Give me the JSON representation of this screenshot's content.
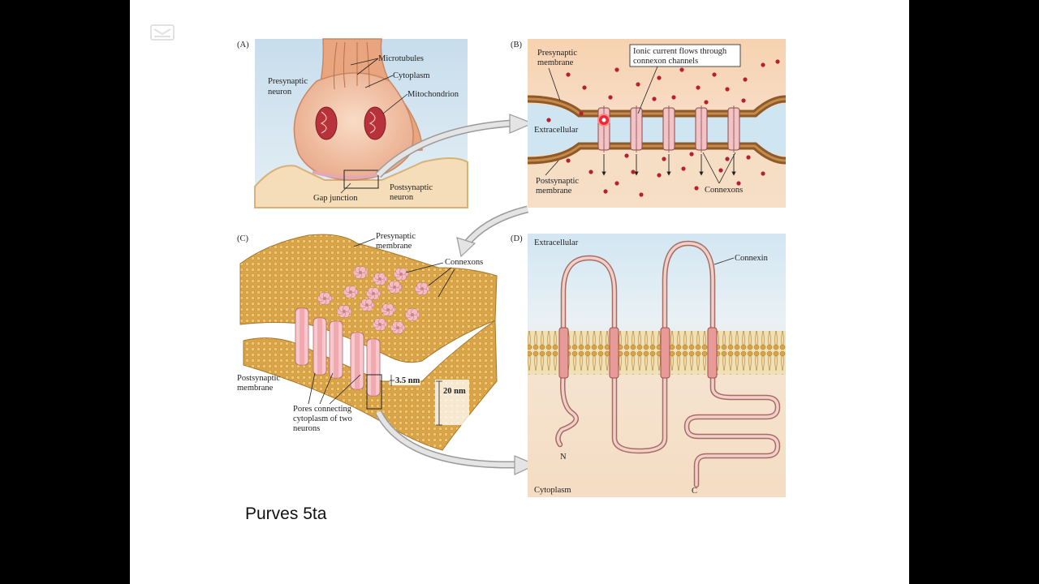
{
  "slide": {
    "credit": "Purves 5ta",
    "logo_icon": "slide-logo-icon"
  },
  "panels": {
    "a": {
      "letter": "(A)",
      "labels": {
        "microtubules": "Microtubules",
        "cytoplasm": "Cytoplasm",
        "presynaptic_neuron_1": "Presynaptic",
        "presynaptic_neuron_2": "neuron",
        "mitochondrion": "Mitochondrion",
        "gap_junction": "Gap junction",
        "postsynaptic_neuron_1": "Postsynaptic",
        "postsynaptic_neuron_2": "neuron"
      }
    },
    "b": {
      "letter": "(B)",
      "labels": {
        "presynaptic_membrane_1": "Presynaptic",
        "presynaptic_membrane_2": "membrane",
        "ionic_current_1": "Ionic current flows through",
        "ionic_current_2": "connexon channels",
        "extracellular": "Extracellular",
        "postsynaptic_membrane_1": "Postsynaptic",
        "postsynaptic_membrane_2": "membrane",
        "connexons": "Connexons"
      }
    },
    "c": {
      "letter": "(C)",
      "labels": {
        "presynaptic_membrane_1": "Presynaptic",
        "presynaptic_membrane_2": "membrane",
        "connexons": "Connexons",
        "postsynaptic_membrane_1": "Postsynaptic",
        "postsynaptic_membrane_2": "membrane",
        "pores_1": "Pores connecting",
        "pores_2": "cytoplasm of two",
        "pores_3": "neurons",
        "width_3_5": "3.5 nm",
        "width_20": "20 nm"
      }
    },
    "d": {
      "letter": "(D)",
      "labels": {
        "extracellular": "Extracellular",
        "connexin": "Connexin",
        "n_terminus": "N",
        "c_terminus": "C",
        "cytoplasm": "Cytoplasm"
      }
    }
  },
  "colors": {
    "panel_a_bg": "#cfe3ee",
    "membrane_brown": "#a0682d",
    "cytoplasm_peach": "#f6dcc0",
    "lipid_gold": "#d9a548",
    "connexon_pink": "#f3b7bd",
    "ion_red": "#b5222e",
    "arrow_gray": "#c9c9c9"
  }
}
